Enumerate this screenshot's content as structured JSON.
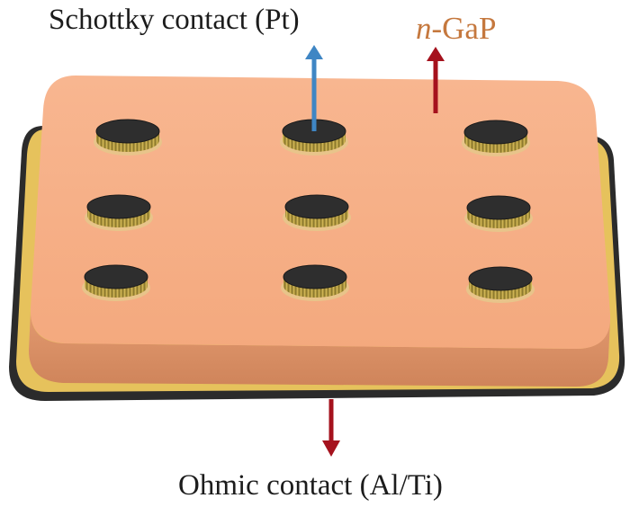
{
  "labels": {
    "schottky": "Schottky contact (Pt)",
    "ngap_italic": "n",
    "ngap_rest": "-GaP",
    "ohmic": "Ohmic contact (Al/Ti)"
  },
  "colors": {
    "semiconductor_top": "#f6ae86",
    "semiconductor_side": "#dc9064",
    "ohmic_gold": "#e6c25c",
    "ohmic_dark": "#2b2b2b",
    "contact_top": "#2e2e2e",
    "contact_ring": "#cfb24a",
    "arrow_blue": "#3f86c4",
    "arrow_red": "#a5121d",
    "ngap_text": "#c5783e",
    "label_text": "#1c1c1c"
  },
  "contacts": {
    "rows": 3,
    "cols": 3
  }
}
